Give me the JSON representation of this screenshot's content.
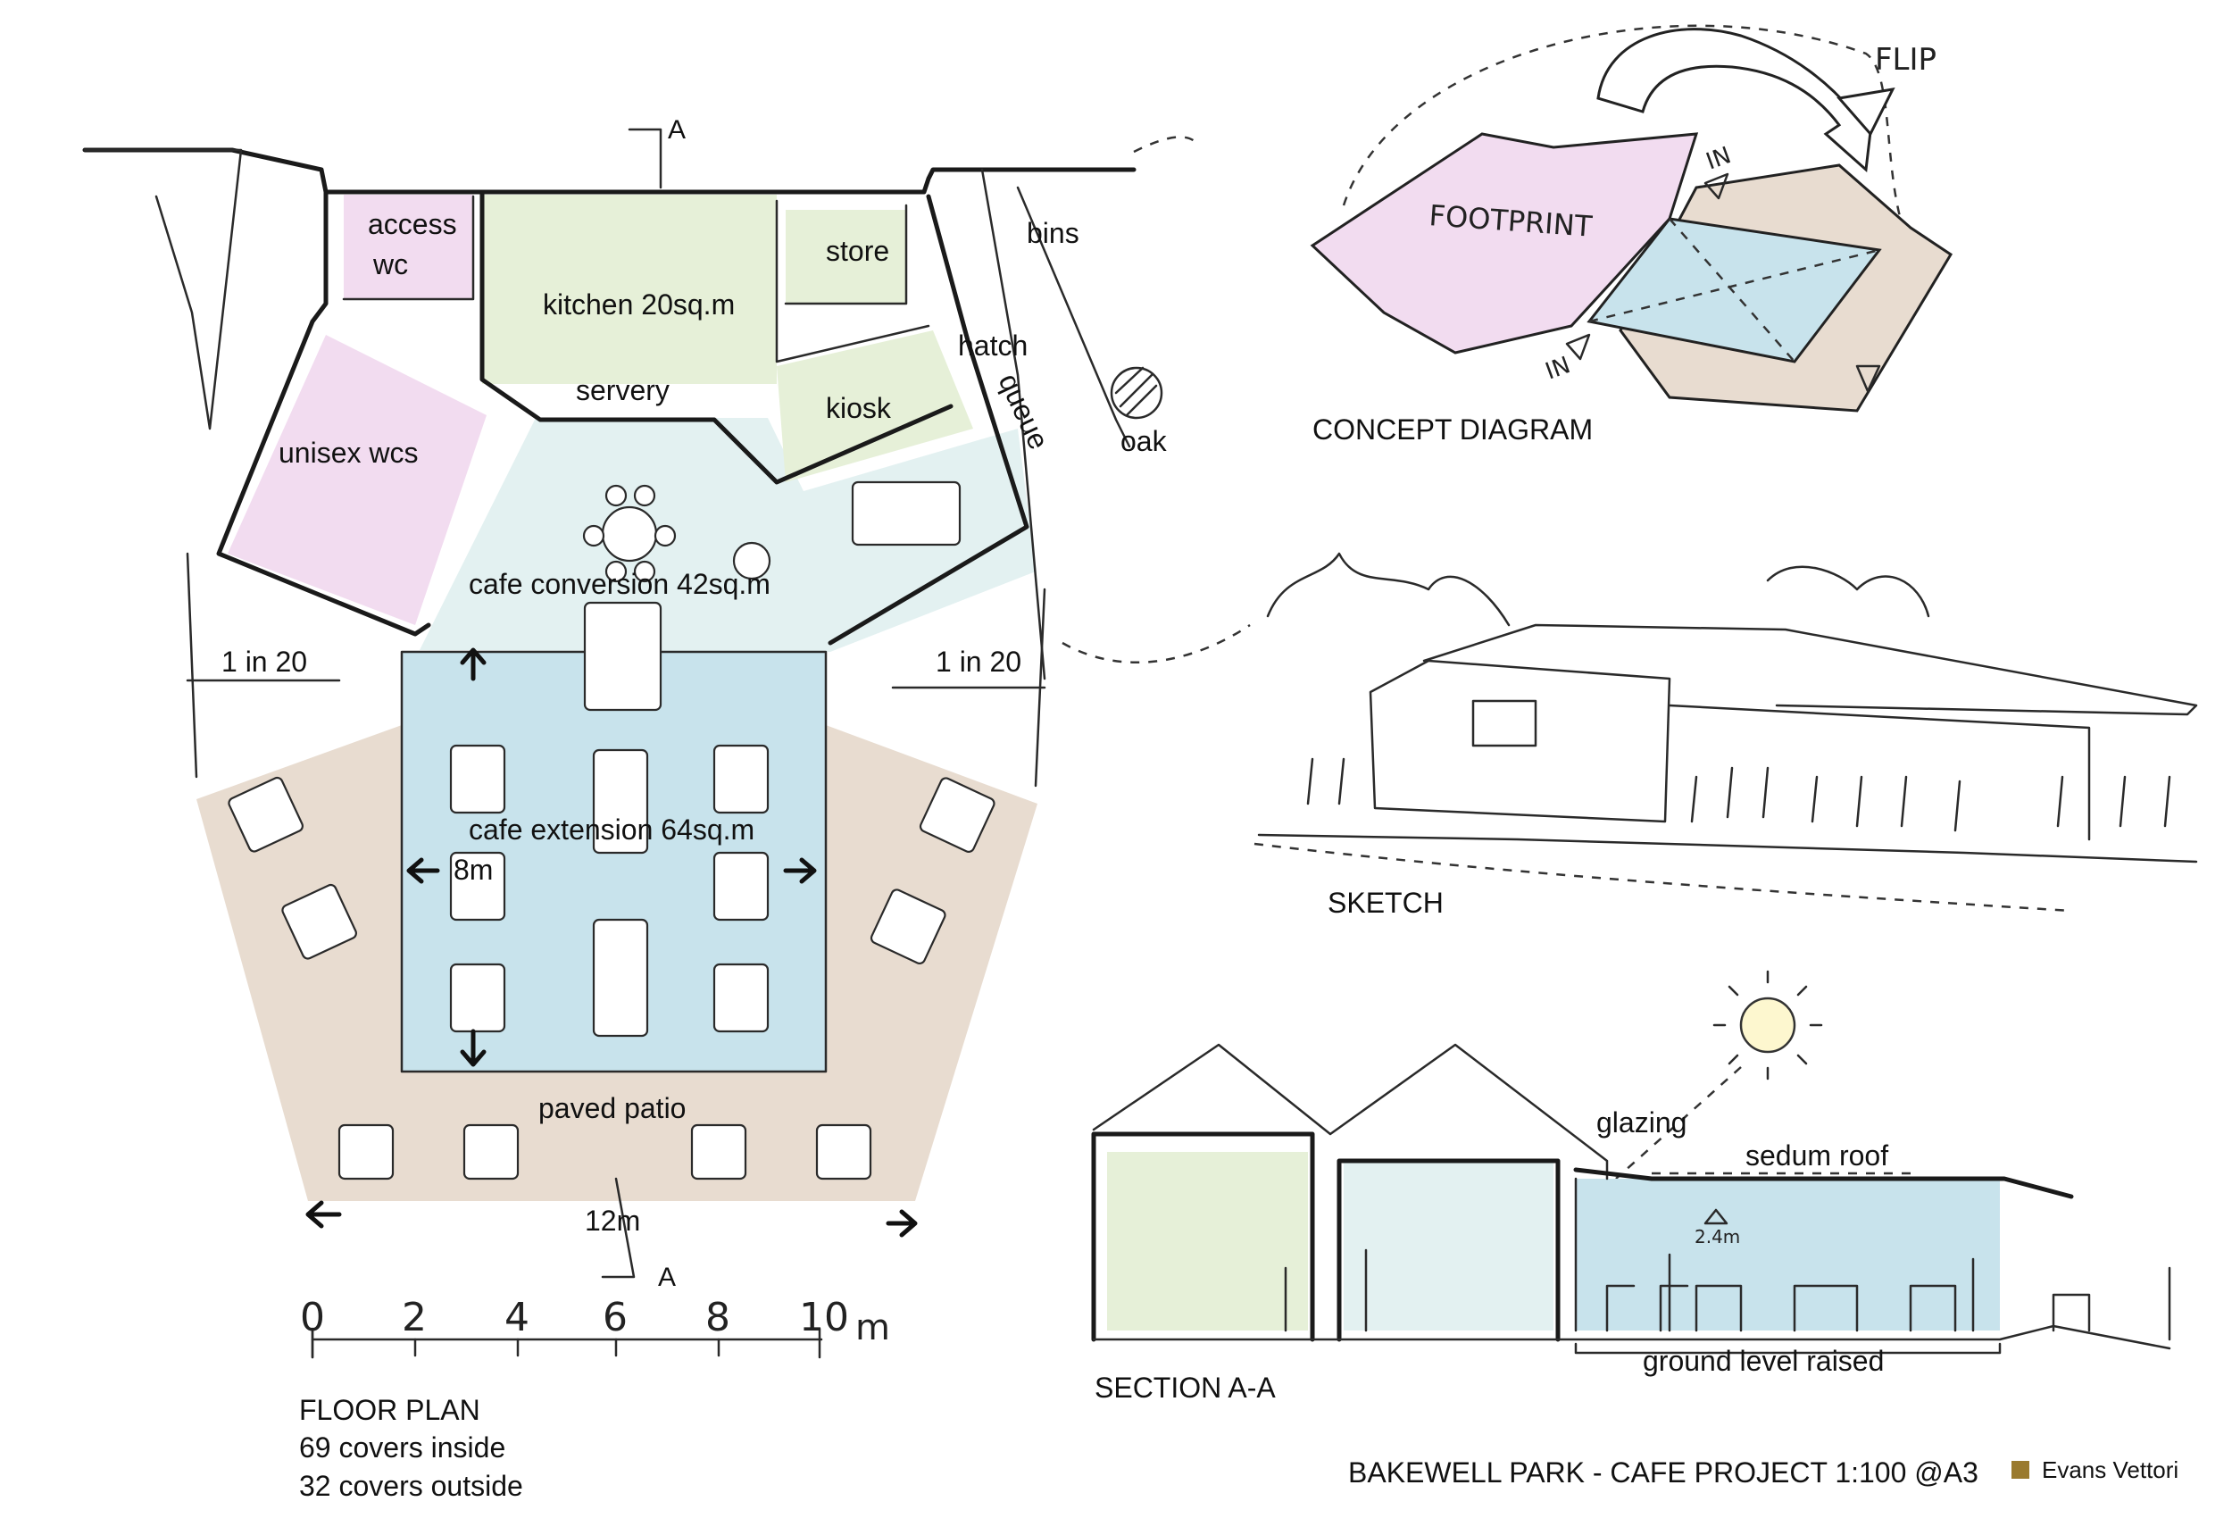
{
  "colors": {
    "wc_pink": "#f2dcf0",
    "kitchen_green": "#e6f0d8",
    "conversion_teal": "#e3f1f1",
    "extension_blue": "#c8e3ec",
    "patio_beige": "#e8dcd0",
    "sun_yellow": "#fdf7cf",
    "brand_gold": "#9a7a2e"
  },
  "floor_plan": {
    "section_marker_top": "A",
    "section_marker_bottom": "A",
    "rooms": {
      "access_wc_line1": "access",
      "access_wc_line2": "wc",
      "store": "store",
      "bins": "bins",
      "kitchen": "kitchen 20sq.m",
      "hatch": "hatch",
      "servery": "servery",
      "kiosk": "kiosk",
      "queue": "queue",
      "oak": "oak",
      "unisex_wcs": "unisex wcs",
      "cafe_conversion": "cafe conversion 42sq.m",
      "ramp_left": "1 in 20",
      "ramp_right": "1 in 20",
      "cafe_extension": "cafe extension 64sq.m",
      "width_8m": "8m",
      "paved_patio": "paved patio",
      "width_12m": "12m"
    },
    "scale_bar": {
      "labels": [
        "0",
        "2",
        "4",
        "6",
        "8",
        "10"
      ],
      "unit": "m"
    },
    "caption": {
      "title": "FLOOR PLAN",
      "covers_inside": "69 covers inside",
      "covers_outside": "32 covers outside"
    }
  },
  "concept_diagram": {
    "flip_label": "FLIP",
    "footprint_label": "FOOTPRINT",
    "in_label_1": "IN",
    "in_label_2": "IN",
    "caption": "CONCEPT DIAGRAM"
  },
  "sketch": {
    "caption": "SKETCH"
  },
  "section": {
    "glazing": "glazing",
    "sedum_roof": "sedum roof",
    "height": "2.4m",
    "ground_level": "ground level raised",
    "caption": "SECTION A-A"
  },
  "footer": {
    "project_title": "BAKEWELL PARK - CAFE PROJECT 1:100 @A3",
    "brand": "Evans Vettori"
  }
}
